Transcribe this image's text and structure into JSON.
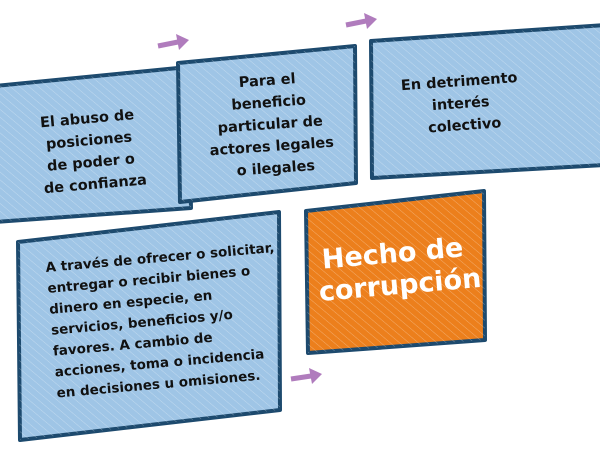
{
  "colors": {
    "box_fill": "#9fc5e6",
    "box_border": "#1d4a6e",
    "highlight_fill": "#ec7f1c",
    "arrow": "#b07cbd"
  },
  "boxes": [
    {
      "lines": [
        "El abuso de",
        "posiciones",
        "de poder o",
        "de confianza"
      ]
    },
    {
      "lines": [
        "Para el",
        "beneficio",
        "particular de",
        "actores legales",
        "o ilegales"
      ]
    },
    {
      "lines": [
        "En detrimento",
        "interés",
        "colectivo"
      ]
    },
    {
      "lines": [
        "A través de ofrecer o solicitar,",
        "entregar o recibir bienes o",
        "dinero en especie, en",
        "servicios, beneficios y/o",
        "favores. A cambio de",
        "acciones, toma o incidencia",
        "en decisiones u omisiones."
      ]
    }
  ],
  "result": {
    "lines": [
      "Hecho de",
      "corrupción"
    ]
  }
}
